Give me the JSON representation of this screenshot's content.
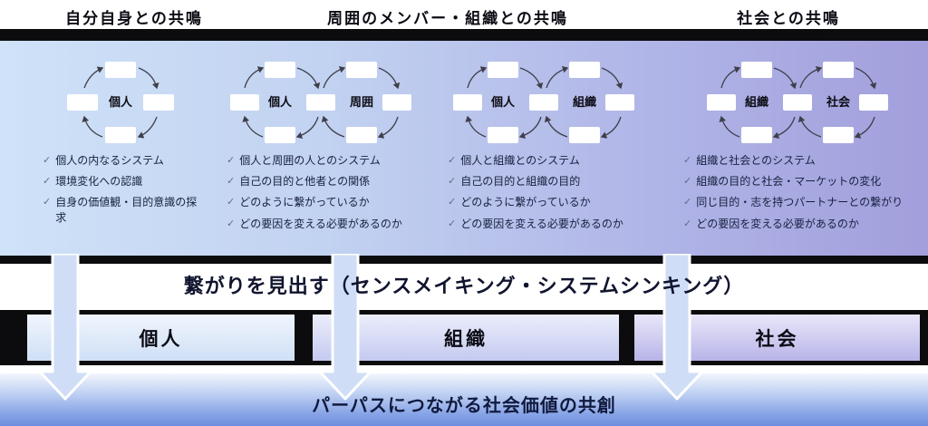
{
  "titles": [
    "自分自身との共鳴",
    "周囲のメンバー・組織との共鳴",
    "社会との共鳴"
  ],
  "groups": [
    {
      "cycle_labels": [
        "個人"
      ],
      "bullets": [
        "個人の内なるシステム",
        "環境変化への認識",
        "自身の価値観・目的意識の探求"
      ]
    },
    {
      "cycle_labels": [
        "個人",
        "周囲"
      ],
      "bullets": [
        "個人と周囲の人とのシステム",
        "自己の目的と他者との関係",
        "どのように繋がっているか",
        "どの要因を変える必要があるのか"
      ]
    },
    {
      "cycle_labels": [
        "個人",
        "組織"
      ],
      "bullets": [
        "個人と組織とのシステム",
        "自己の目的と組織の目的",
        "どのように繋がっているか",
        "どの要因を変える必要があるのか"
      ]
    },
    {
      "cycle_labels": [
        "組織",
        "社会"
      ],
      "bullets": [
        "組織と社会とのシステム",
        "組織の目的と社会・マーケットの変化",
        "同じ目的・志を持つパートナーとの繋がり",
        "どの要因を変える必要があるのか"
      ]
    }
  ],
  "connect_band": "繋がりを見出す（センスメイキング・システムシンキング）",
  "levels": [
    "個人",
    "組織",
    "社会"
  ],
  "bottom_band": "パーパスにつながる社会価値の共創",
  "icons": {
    "check": "✓"
  },
  "colors": {
    "panel_gradient_left": "#cfe2f8",
    "panel_gradient_right": "#a29fdc",
    "divider_black": "#0c0c0f",
    "arrow_fill": "#cfdef6",
    "bottom_gradient_top": "#f2f6fd",
    "bottom_gradient_bottom": "#6d8edd",
    "text_dark": "#10142e"
  }
}
